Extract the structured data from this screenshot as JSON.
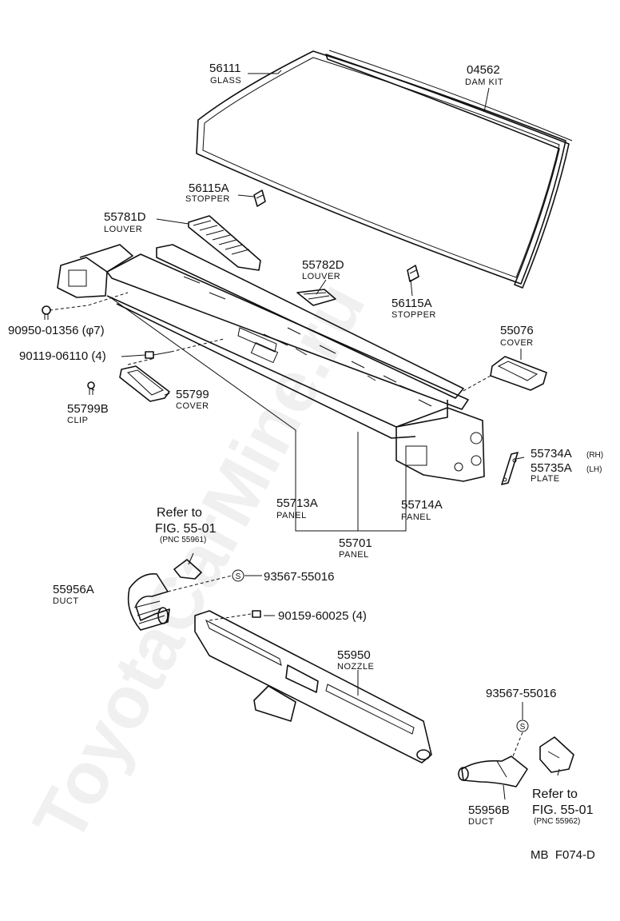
{
  "watermark": "ToyotaCarMine.ru",
  "drawing_code": "MB  F074-D",
  "parts": {
    "glass": {
      "number": "56111",
      "name": "GLASS"
    },
    "dam_kit": {
      "number": "04562",
      "name": "DAM KIT"
    },
    "stopper_a": {
      "number": "56115A",
      "name": "STOPPER"
    },
    "stopper_b": {
      "number": "56115A",
      "name": "STOPPER"
    },
    "louver_d": {
      "number": "55781D",
      "name": "LOUVER"
    },
    "louver_d2": {
      "number": "55782D",
      "name": "LOUVER"
    },
    "clip_bolt": {
      "number": "90950-01356 (φ7)"
    },
    "bolt": {
      "number": "90119-06110 (4)"
    },
    "clip": {
      "number": "55799B",
      "name": "CLIP"
    },
    "cover_55799": {
      "number": "55799",
      "name": "COVER"
    },
    "cover_55076": {
      "number": "55076",
      "name": "COVER"
    },
    "plate": {
      "number_rh": "55734A",
      "tag_rh": "(RH)",
      "number_lh": "55735A",
      "tag_lh": "(LH)",
      "name": "PLATE"
    },
    "panel_a": {
      "number": "55713A",
      "name": "PANEL"
    },
    "panel_b": {
      "number": "55714A",
      "name": "PANEL"
    },
    "panel": {
      "number": "55701",
      "name": "PANEL"
    },
    "duct_a": {
      "number": "55956A",
      "name": "DUCT"
    },
    "screw_a": {
      "number": "93567-55016"
    },
    "screw_b": {
      "number": "90159-60025 (4)"
    },
    "nozzle": {
      "number": "55950",
      "name": "NOZZLE"
    },
    "screw_c": {
      "number": "93567-55016"
    },
    "duct_b": {
      "number": "55956B",
      "name": "DUCT"
    }
  },
  "refs": {
    "ref1": {
      "line1": "Refer to",
      "line2": "FIG. 55-01",
      "line3": "(PNC 55961)"
    },
    "ref2": {
      "line1": "Refer to",
      "line2": "FIG. 55-01",
      "line3": "(PNC 55962)"
    }
  },
  "symbols": {
    "s_mark": "S"
  }
}
